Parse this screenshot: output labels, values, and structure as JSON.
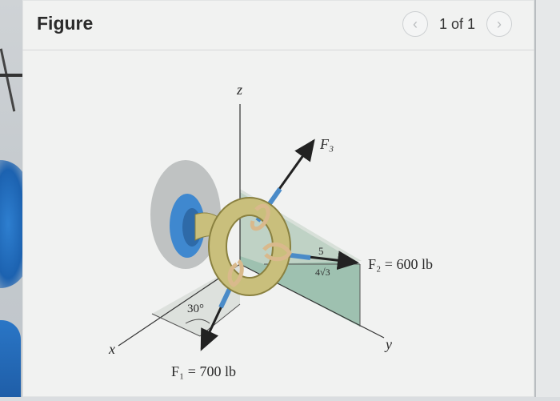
{
  "header": {
    "title": "Figure",
    "pager_text": "1 of 1",
    "prev_icon": "chevron-left-icon",
    "next_icon": "chevron-right-icon"
  },
  "figure": {
    "axis_labels": {
      "z": "z",
      "x": "x",
      "y": "y"
    },
    "forces": {
      "f3": "F₃",
      "f2": "F₂ = 600 lb",
      "f1": "F₁ = 700 lb"
    },
    "angle_label": "30°",
    "slope_labels": {
      "hyp": "5",
      "run": "4√3"
    },
    "colors": {
      "ring": "#c9bf7c",
      "wall_mount": "#3f88cf",
      "plane": "#8fb8a4",
      "rope": "#d9b98c"
    }
  }
}
